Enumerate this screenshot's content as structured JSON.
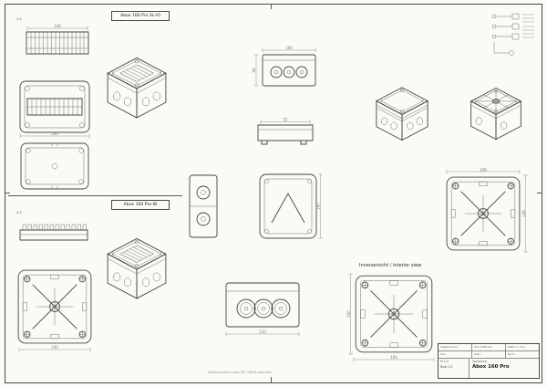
{
  "labels": {
    "box1_title": "Abox 160 Pro SL-IO",
    "box2_title": "Abox 160 Pro-IB",
    "interior_view": "Innenansicht / interior view",
    "footer_note": "Schutzvermerk nach ISO 16016 beachten",
    "detail_scale": "2:1"
  },
  "dims": {
    "outer": "160",
    "inner": "146",
    "height": "94",
    "lid": "52",
    "glands": "110"
  },
  "title_block": {
    "a1": "Allgemeintol.",
    "a2": "ISO 2768-mK",
    "a3": "Maße in mm",
    "b1": "Gez.",
    "b2": "Gepr.",
    "b3": "Norm",
    "scale": "M 1:2",
    "sheet": "Blatt 1/1",
    "company": "Spelsberg",
    "title": "Abox 160 Pro"
  }
}
